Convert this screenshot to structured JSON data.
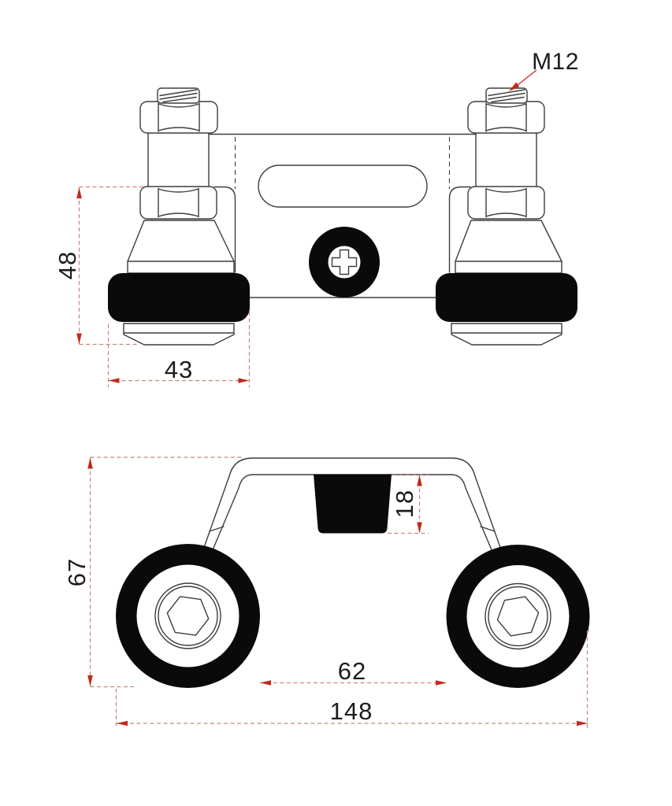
{
  "drawing": {
    "callout": {
      "m12": "M12"
    },
    "side_view": {
      "dim_roller_height": "48",
      "dim_roller_width": "43"
    },
    "front_view": {
      "dim_overall_height": "67",
      "dim_guide_depth": "18",
      "dim_inner_span": "62",
      "dim_overall_width": "148"
    }
  },
  "colors": {
    "outline": "#3d3d3d",
    "ink": "#0a0a0a",
    "dim_line": "#c5867c",
    "arrow": "#c2281c",
    "text": "#1c1c1c",
    "background": "#ffffff"
  }
}
